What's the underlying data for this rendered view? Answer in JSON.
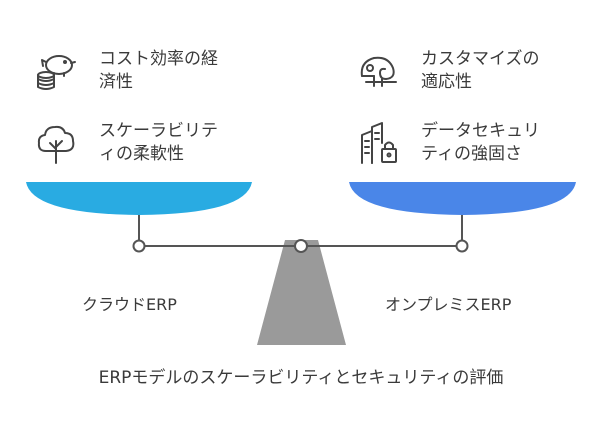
{
  "left_pan": {
    "color": "#29abe2",
    "items": [
      {
        "line1": "コスト効率の経",
        "line2": "済性",
        "icon": "piggy-bank-coins-icon"
      },
      {
        "line1": "スケーラビリテ",
        "line2": "ィの柔軟性",
        "icon": "tree-icon"
      }
    ],
    "label": "クラウドERP"
  },
  "right_pan": {
    "color": "#4a86e8",
    "items": [
      {
        "line1": "カスタマイズの",
        "line2": "適応性",
        "icon": "chameleon-icon"
      },
      {
        "line1": "データセキュリ",
        "line2": "ティの強固さ",
        "icon": "building-lock-icon"
      }
    ],
    "label": "オンプレミスERP"
  },
  "caption": "ERPモデルのスケーラビリティとセキュリティの評価",
  "colors": {
    "beam": "#555555",
    "fulcrum": "#9a9a9a",
    "text": "#3a3a3a"
  }
}
